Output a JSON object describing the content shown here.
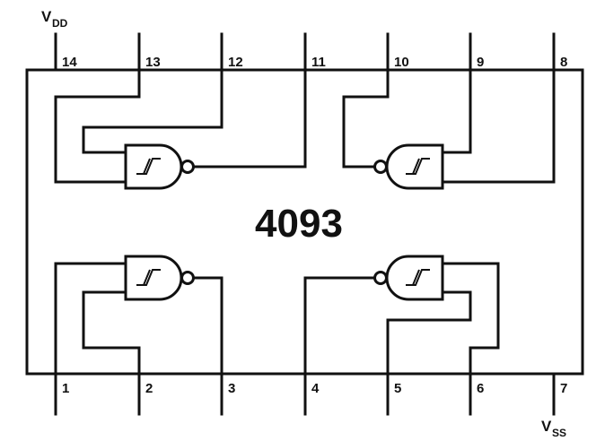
{
  "chip": {
    "title": "4093"
  },
  "rails": {
    "vdd": {
      "main": "V",
      "sub": "DD"
    },
    "vss": {
      "main": "V",
      "sub": "SS"
    }
  },
  "pins": {
    "top": [
      "14",
      "13",
      "12",
      "11",
      "10",
      "9",
      "8"
    ],
    "bottom": [
      "1",
      "2",
      "3",
      "4",
      "5",
      "6",
      "7"
    ]
  }
}
